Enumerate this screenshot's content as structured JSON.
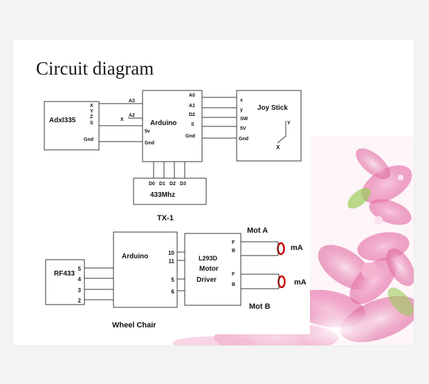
{
  "slide": {
    "title": "Circuit diagram"
  },
  "transmitter": {
    "caption": "TX-1",
    "adxl": {
      "name": "Adxl335",
      "pins": [
        "X",
        "Y",
        "Z",
        "S",
        "Gnd"
      ],
      "x_label": "X"
    },
    "arduino": {
      "name": "Arduino",
      "left_pins": [
        "A3",
        "A2",
        "5v",
        "Gnd"
      ],
      "right_pins": [
        "A0",
        "A1",
        "D2",
        "S",
        "Gnd"
      ]
    },
    "joystick": {
      "name": "Joy Stick",
      "pins": [
        "x",
        "y",
        "SW",
        "5V",
        "Gnd"
      ],
      "axis_y": "Y",
      "axis_x": "X"
    },
    "rf": {
      "name": "433Mhz",
      "pins": [
        "D0",
        "D1",
        "D2",
        "D3"
      ]
    }
  },
  "receiver": {
    "caption": "Wheel Chair",
    "rf": {
      "name": "RF433",
      "pins": [
        "5",
        "4",
        "3",
        "2"
      ]
    },
    "arduino": {
      "name": "Arduino",
      "pins_top": [
        "10",
        "11"
      ],
      "pins_bottom": [
        "5",
        "6"
      ]
    },
    "driver": {
      "line1": "L293D",
      "line2": "Motor",
      "line3": "Driver",
      "pins_a": [
        "F",
        "B"
      ],
      "pins_b": [
        "F",
        "B"
      ]
    },
    "motor_a": {
      "label": "Mot A",
      "current": "mA"
    },
    "motor_b": {
      "label": "Mot B",
      "current": "mA"
    }
  },
  "colors": {
    "motor": "#cc0000",
    "line": "#333333"
  }
}
